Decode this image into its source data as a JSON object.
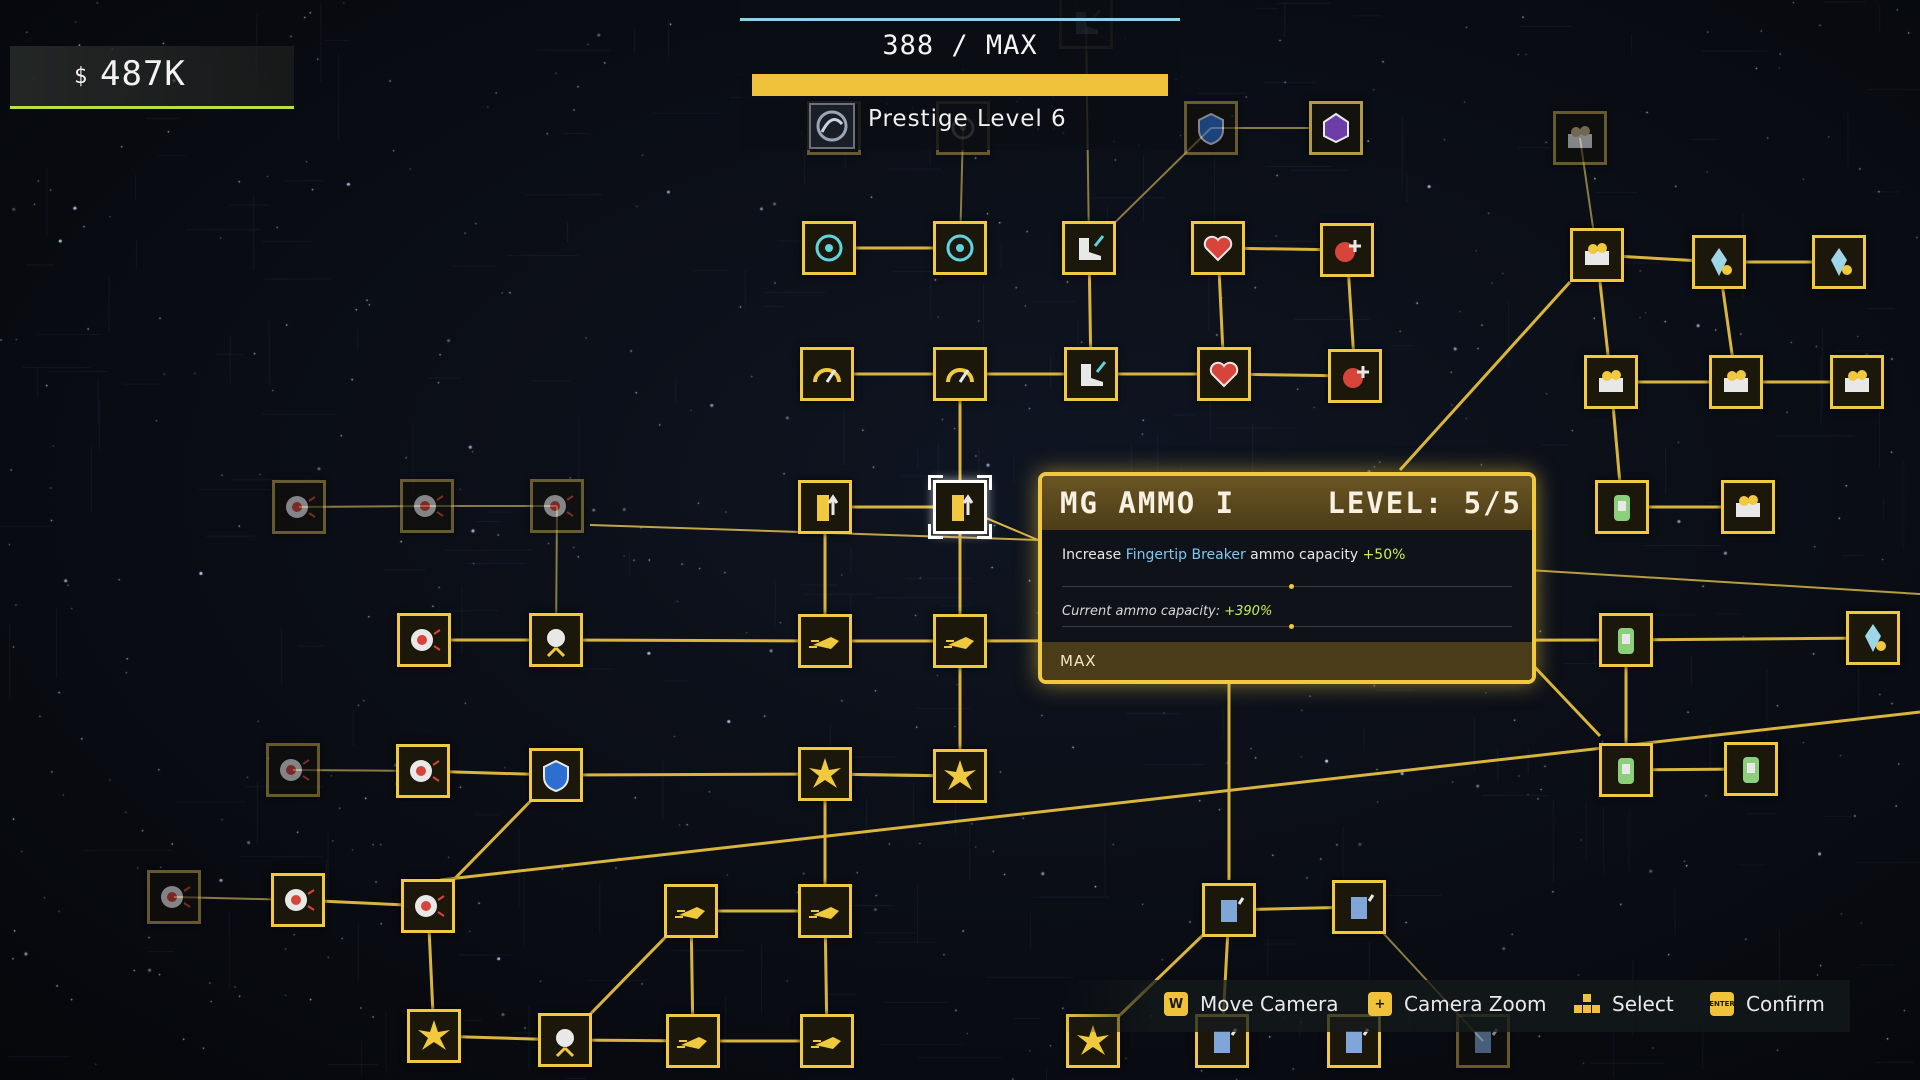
{
  "money": {
    "currency_symbol": "$",
    "amount": "487K"
  },
  "progress": {
    "points_text": "388 / MAX",
    "fill_fraction": 1.0,
    "prestige_label": "Prestige Level 6"
  },
  "tooltip": {
    "title": "MG AMMO I",
    "level": "LEVEL: 5/5",
    "desc_pre": "Increase ",
    "desc_highlight": "Fingertip Breaker",
    "desc_mid": " ammo capacity ",
    "desc_bonus": "+50%",
    "current_label": "Current ammo capacity: ",
    "current_value": "+390%",
    "footer": "MAX"
  },
  "controls": [
    {
      "key": "W",
      "label": "Move Camera"
    },
    {
      "key": "+",
      "label": "Camera Zoom"
    },
    {
      "key": "",
      "label": "Select"
    },
    {
      "key": "ENTER",
      "label": "Confirm"
    }
  ],
  "colors": {
    "active": "#f0c93e",
    "inactive": "#b39a45",
    "money_underline": "#b7e23a",
    "accent_blue": "#7ec8f0",
    "bonus_green": "#c6ef57"
  },
  "skill_icons": [
    "wave-pulse-icon",
    "turret-bolt-icon",
    "boot-speed-icon",
    "shield-gear-icon",
    "purple-mech-icon",
    "gold-ore-icon",
    "target-reticle-icon",
    "target-reticle-icon",
    "boot-speed-icon",
    "heart-plus-icon",
    "medal-icon",
    "gold-cycle-icon",
    "crystal-gold-icon",
    "crystal-gold-icon",
    "gauge-icon",
    "gauge-icon",
    "boot-speed-icon",
    "heart-plus-icon",
    "medal-icon",
    "ore-cart-icon",
    "conveyor-icon",
    "conveyor-icon",
    "mine-timer-icon",
    "mine-stack-icon",
    "mine-burst-icon",
    "magazine-up-icon",
    "magazine-up-icon",
    "capsule-icon",
    "ore-cart-icon",
    "mine-explode-icon",
    "bomb-drone-icon",
    "bullet-icon",
    "bullet-speed-icon",
    "backpack-icon",
    "crystal-core-icon",
    "grenade-shot-icon",
    "grenade-stack-icon",
    "shield-drone-icon",
    "explosion-icon",
    "ground-pound-icon",
    "medkit-capsule-icon",
    "backpack-icon",
    "mine-timer-icon",
    "grenade-stack-icon",
    "grenade-burst-icon",
    "bullet-speed-icon",
    "bullet-icon",
    "scanner-icon",
    "scanner-gear-icon",
    "shrapnel-icon",
    "rocket-drone-icon",
    "missile-icon",
    "missile-icon",
    "blue-spark-icon",
    "scanner-icon",
    "scanner-gear-icon",
    "scanner-icon"
  ]
}
